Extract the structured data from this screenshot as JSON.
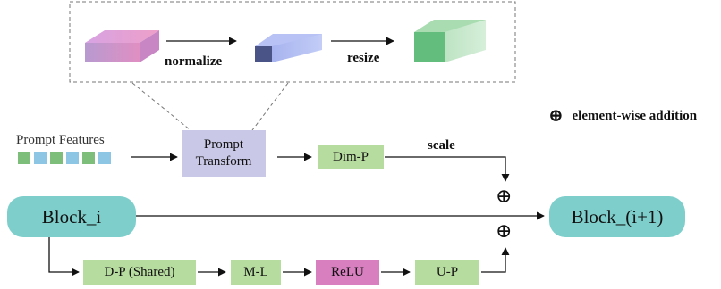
{
  "inset": {
    "arrow_normalize_label": "normalize",
    "arrow_resize_label": "resize"
  },
  "legend": {
    "symbol": "⊕",
    "text": "element-wise addition"
  },
  "prompt_features": {
    "label": "Prompt Features",
    "squares": [
      "#7dbf7a",
      "#8cc6e4",
      "#7dbf7a",
      "#8cc6e4",
      "#7dbf7a",
      "#8cc6e4"
    ]
  },
  "nodes": {
    "prompt_transform_line1": "Prompt",
    "prompt_transform_line2": "Transform",
    "dim_p": "Dim-P",
    "scale_label": "scale",
    "block_i": "Block_i",
    "block_next": "Block_(i+1)",
    "d_p_shared": "D-P (Shared)",
    "m_l": "M-L",
    "relu": "ReLU",
    "u_p": "U-P"
  },
  "plus_symbols": [
    "⊕",
    "⊕"
  ],
  "colors": {
    "green_box": "#b7dc9f",
    "purple_box": "#c9c8e6",
    "pink_box": "#d77fbf",
    "teal_block": "#7ecfcc",
    "cuboid_pink": "#d9a0cf",
    "cuboid_blue": "#aab6ee",
    "cuboid_green": "#6cc286"
  }
}
